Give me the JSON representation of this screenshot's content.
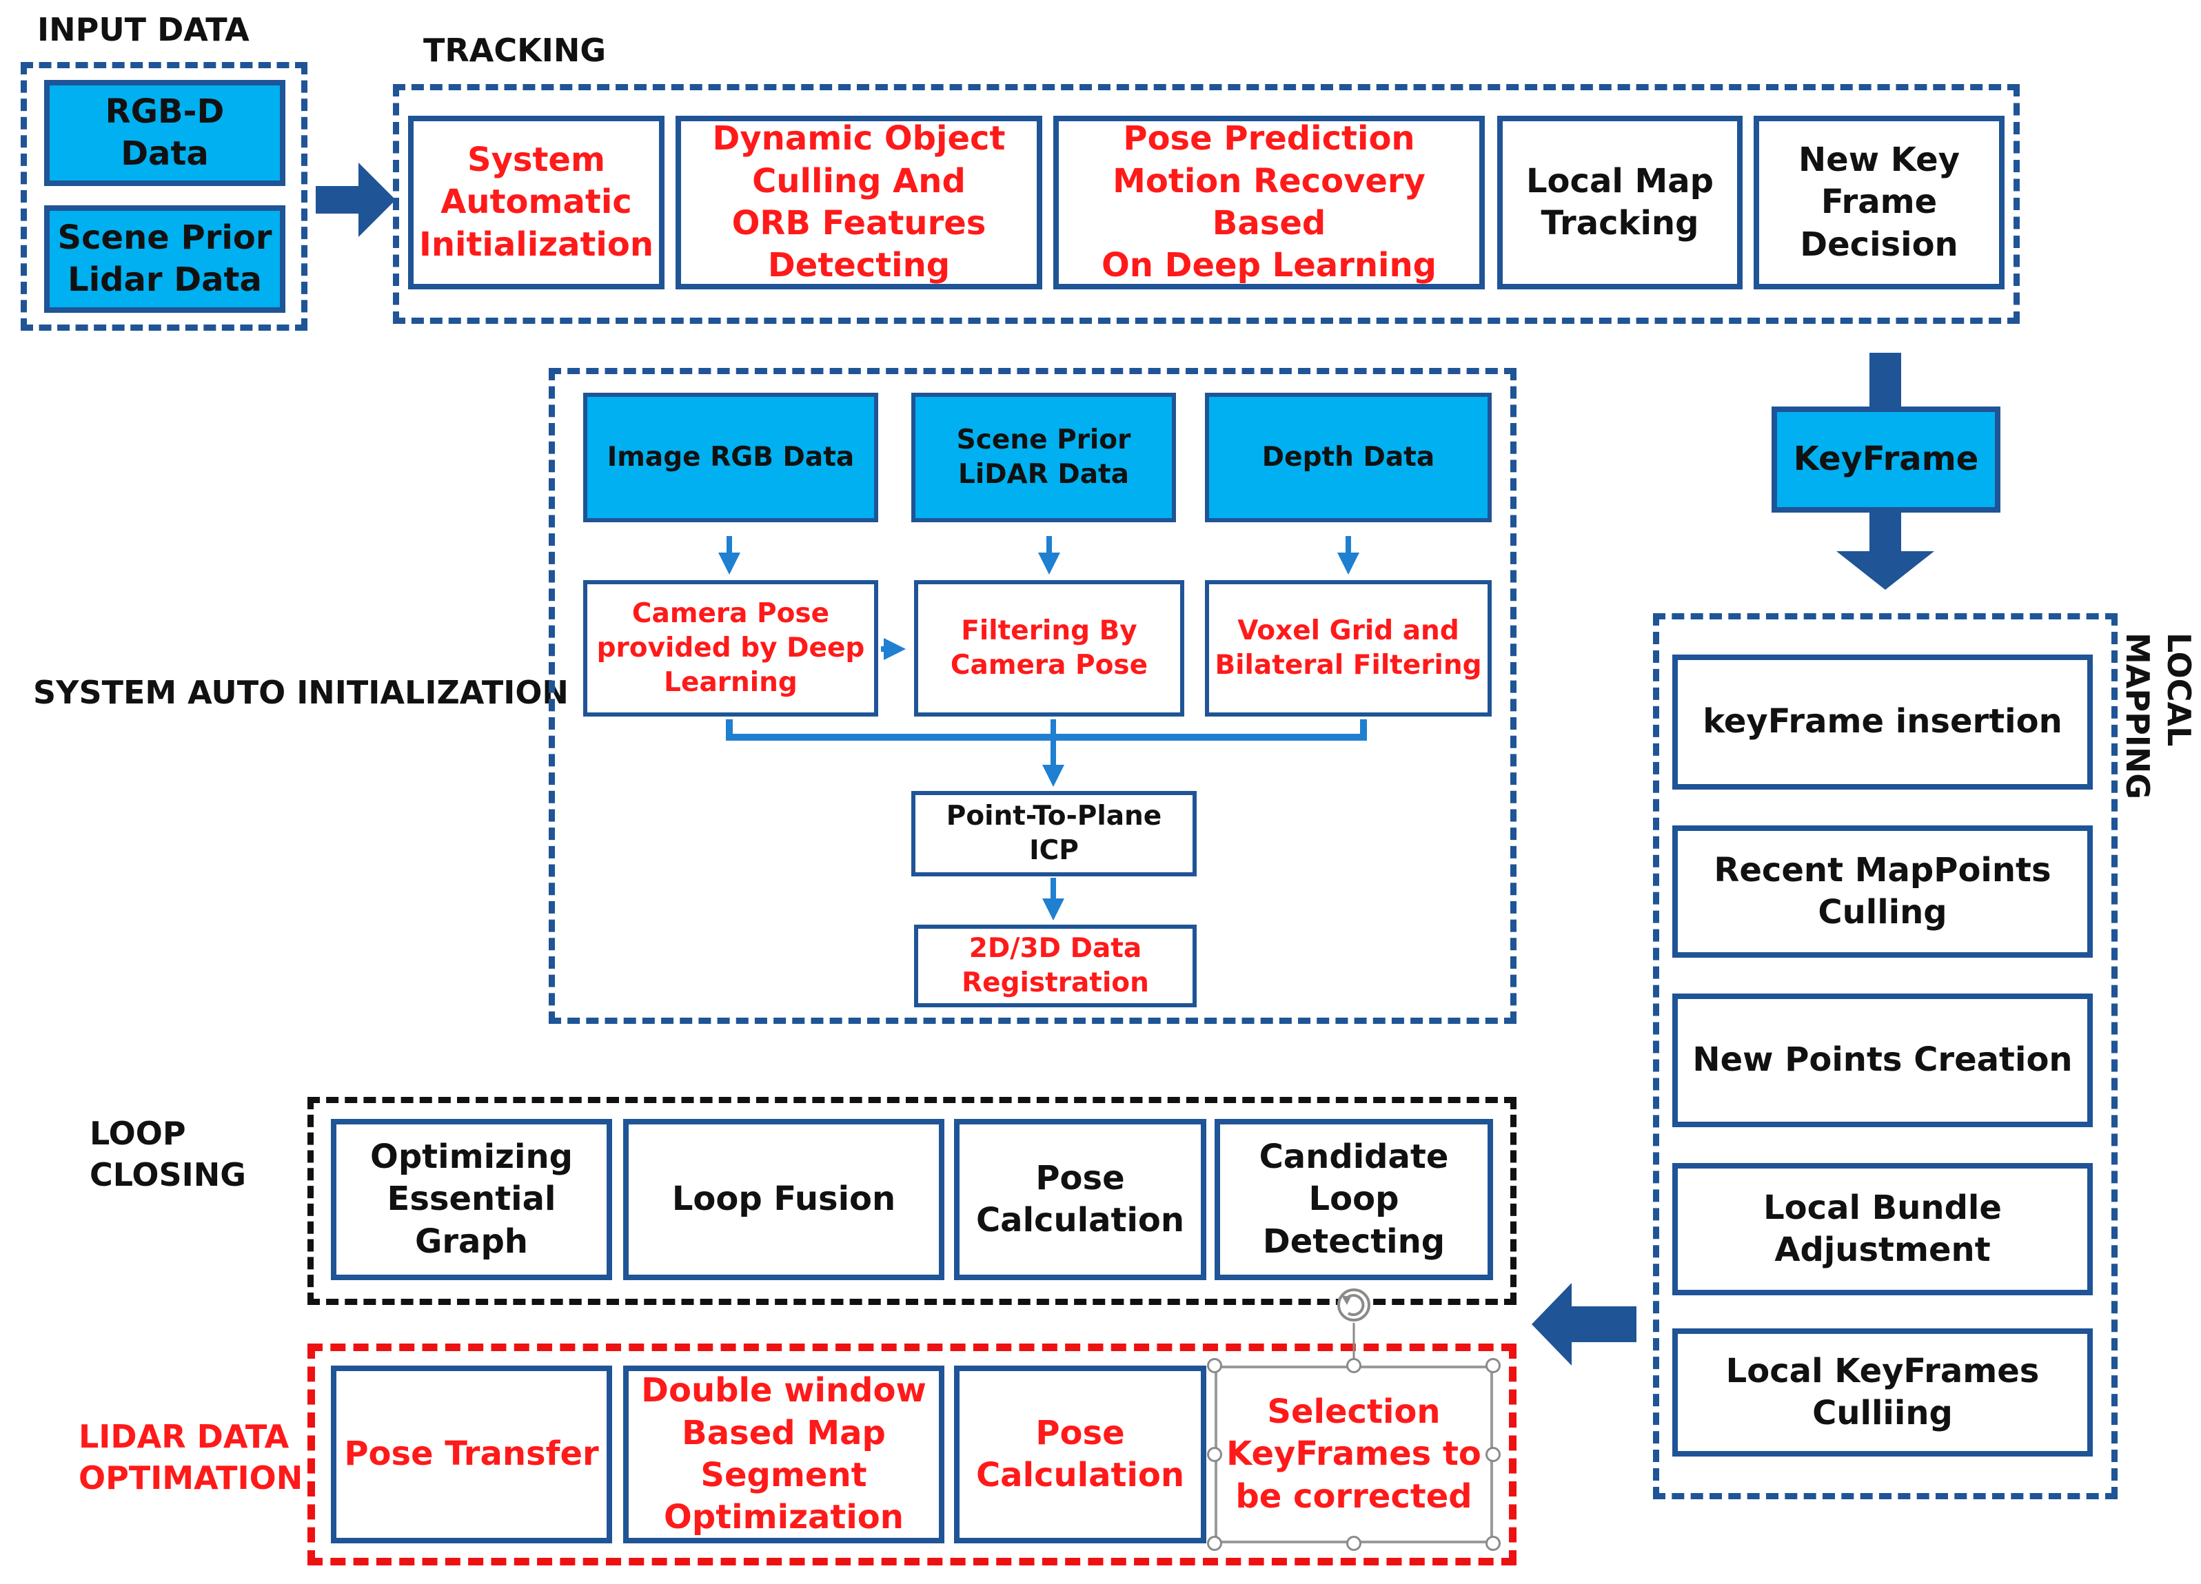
{
  "sections": {
    "input_data": "INPUT DATA",
    "tracking": "TRACKING",
    "system_auto_init": "SYSTEM AUTO INITIALIZATION",
    "local_mapping": "LOCAL MAPPING",
    "loop_closing": "LOOP\nCLOSING",
    "lidar_data_optimation": "LIDAR DATA\nOPTIMATION"
  },
  "input_data": {
    "rgbd": "RGB-D\nData",
    "scene_prior_lidar": "Scene Prior\nLidar Data"
  },
  "tracking": {
    "system_init": "System\nAutomatic\nInitialization",
    "dynamic_object": "Dynamic Object\nCulling And\nORB Features\nDetecting",
    "pose_prediction": "Pose Prediction\nMotion Recovery Based\nOn Deep Learning",
    "local_map_tracking": "Local Map\nTracking",
    "new_keyframe_decision": "New Key\nFrame\nDecision"
  },
  "keyframe": "KeyFrame",
  "system_auto_init": {
    "image_rgb": "Image RGB Data",
    "scene_prior_lidar": "Scene Prior\nLiDAR Data",
    "depth": "Depth Data",
    "camera_pose": "Camera Pose\nprovided by Deep\nLearning",
    "filtering_by_pose": "Filtering By\nCamera Pose",
    "voxel_grid": "Voxel Grid and\nBilateral Filtering",
    "icp": "Point-To-Plane\nICP",
    "registration": "2D/3D Data\nRegistration"
  },
  "local_mapping": {
    "keyframe_insertion": "keyFrame insertion",
    "recent_mappoints_culling": "Recent MapPoints\nCulling",
    "new_points_creation": "New Points Creation",
    "local_bundle_adjustment": "Local Bundle\nAdjustment",
    "local_keyframes_culling": "Local KeyFrames\nCulliing"
  },
  "loop_closing": {
    "optimizing_essential_graph": "Optimizing\nEssential\nGraph",
    "loop_fusion": "Loop Fusion",
    "pose_calculation": "Pose\nCalculation",
    "candidate_loop_detecting": "Candidate\nLoop\nDetecting"
  },
  "lidar_optimation": {
    "pose_transfer": "Pose Transfer",
    "double_window": "Double window\nBased Map\nSegment\nOptimization",
    "pose_calculation": "Pose\nCalculation",
    "selection_keyframes": "Selection\nKeyFrames to\nbe corrected"
  },
  "colors": {
    "box_border": "#1f5496",
    "box_fill": "#00b0f0",
    "red_text": "#ff1a1a",
    "arrow": "#1f5496",
    "small_arrow": "#1f7fd0"
  }
}
